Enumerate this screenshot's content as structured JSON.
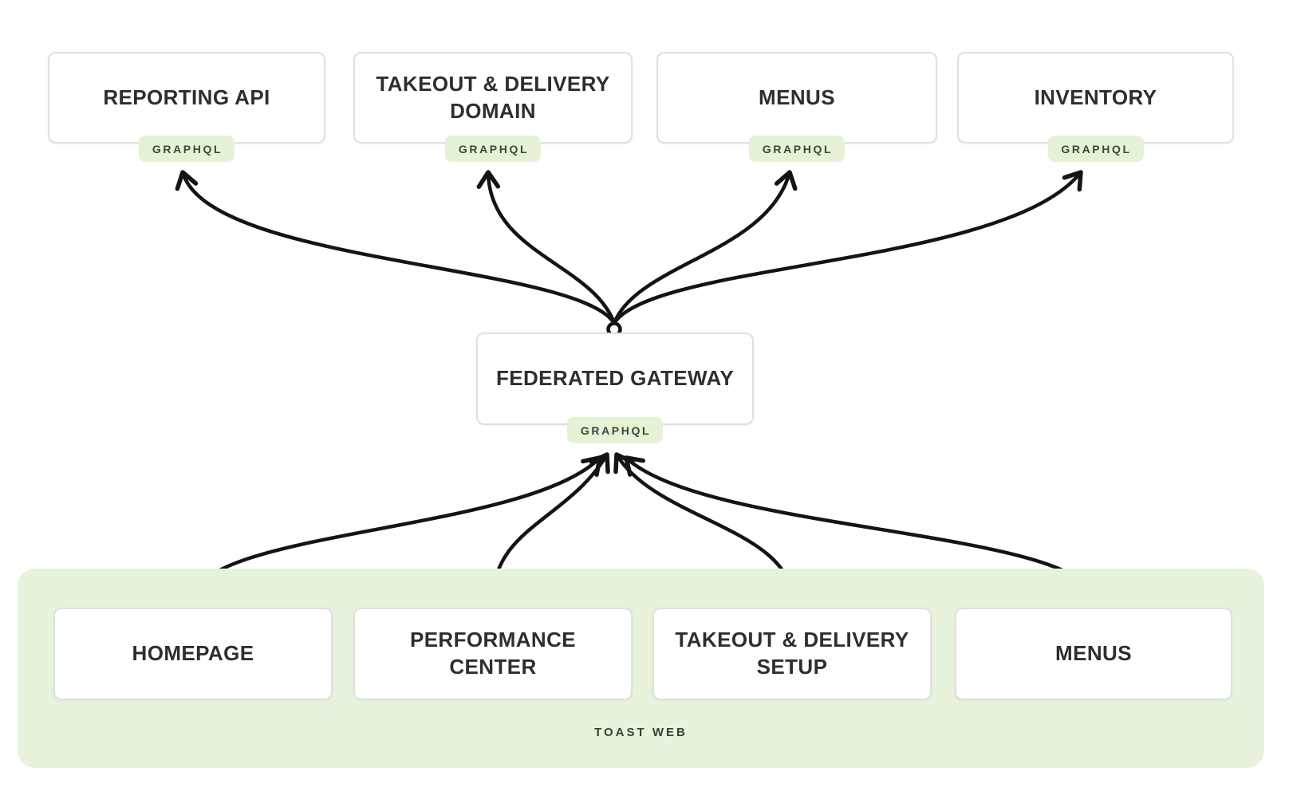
{
  "diagram": {
    "top_services": [
      {
        "label": "REPORTING API",
        "badge": "GRAPHQL"
      },
      {
        "label": "TAKEOUT & DELIVERY DOMAIN",
        "badge": "GRAPHQL"
      },
      {
        "label": "MENUS",
        "badge": "GRAPHQL"
      },
      {
        "label": "INVENTORY",
        "badge": "GRAPHQL"
      }
    ],
    "gateway": {
      "label": "FEDERATED GATEWAY",
      "badge": "GRAPHQL"
    },
    "client_group": {
      "label": "TOAST WEB",
      "clients": [
        {
          "label": "HOMEPAGE"
        },
        {
          "label": "PERFORMANCE CENTER"
        },
        {
          "label": "TAKEOUT & DELIVERY SETUP"
        },
        {
          "label": "MENUS"
        }
      ]
    },
    "edges": {
      "gateway_to_services": [
        {
          "from": "federated-gateway",
          "to": "reporting-api"
        },
        {
          "from": "federated-gateway",
          "to": "takeout-delivery-domain"
        },
        {
          "from": "federated-gateway",
          "to": "menus"
        },
        {
          "from": "federated-gateway",
          "to": "inventory"
        }
      ],
      "clients_to_gateway": [
        {
          "from": "homepage",
          "to": "federated-gateway"
        },
        {
          "from": "performance-center",
          "to": "federated-gateway"
        },
        {
          "from": "takeout-delivery-setup",
          "to": "federated-gateway"
        },
        {
          "from": "menus-client",
          "to": "federated-gateway"
        }
      ]
    },
    "colors": {
      "badge_bg": "#e6f2d6",
      "group_bg": "#e7f3da",
      "box_border": "#e0e0e0",
      "text": "#2e2e2e",
      "arrow": "#141414"
    }
  }
}
